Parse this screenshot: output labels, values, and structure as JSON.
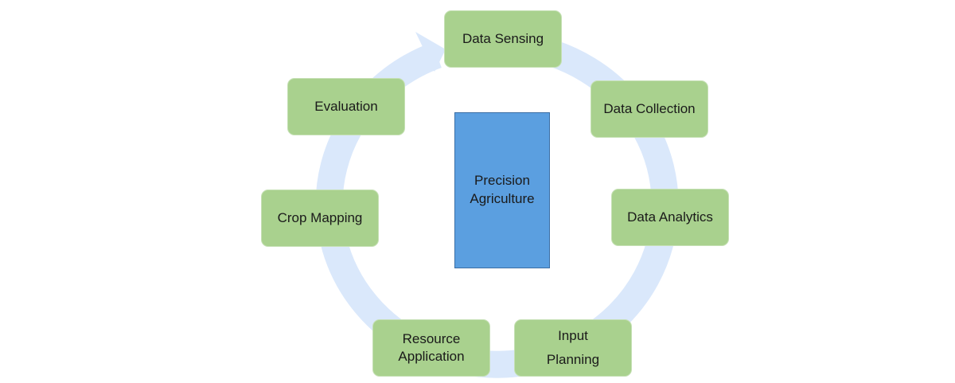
{
  "center": {
    "line1": "Precision",
    "line2": "Agriculture"
  },
  "steps": [
    {
      "line1": "Data Sensing"
    },
    {
      "line1": "Data Collection"
    },
    {
      "line1": "Data Analytics"
    },
    {
      "line1": "Input",
      "line2": "Planning"
    },
    {
      "line1": "Resource",
      "line2": "Application"
    },
    {
      "line1": "Crop Mapping"
    },
    {
      "line1": "Evaluation"
    }
  ],
  "colors": {
    "step_fill": "#a9d18e",
    "center_fill": "#5b9fe0",
    "ring": "#dae8fb"
  }
}
